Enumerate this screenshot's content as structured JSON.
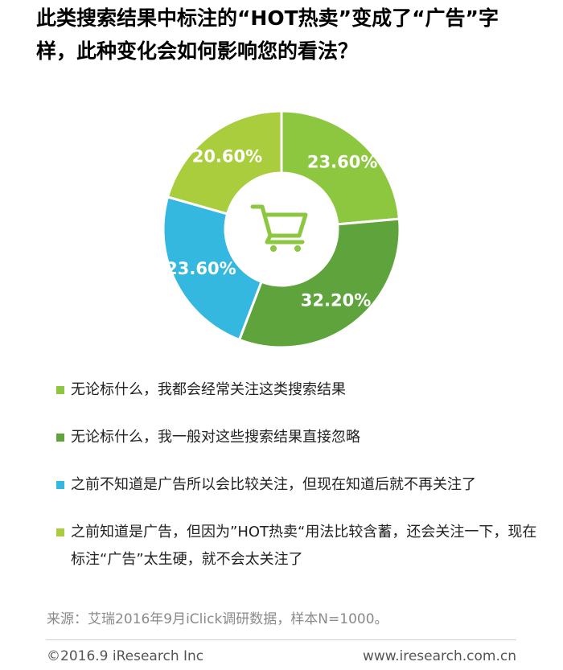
{
  "chart_data": {
    "type": "pie",
    "title": "此类搜索结果中标注的“HOT热卖”变成了“广告”字样，此种变化会如何影响您的看法？",
    "slices": [
      {
        "label": "无论标什么，我都会经常关注这类搜索结果",
        "value": 23.6,
        "value_label": "23.60%",
        "color": "#8dc63f"
      },
      {
        "label": "无论标什么，我一般对这些搜索结果直接忽略",
        "value": 32.2,
        "value_label": "32.20%",
        "color": "#5ea33c"
      },
      {
        "label": "之前不知道是广告所以会比较关注，但现在知道后就不再关注了",
        "value": 23.6,
        "value_label": "23.60%",
        "color": "#35b8e0"
      },
      {
        "label": "之前知道是广告，但因为”HOT热卖“用法比较含蓄，还会关注一下，现在标注“广告”太生硬，就不会太关注了",
        "value": 20.6,
        "value_label": "20.60%",
        "color": "#a9cd3c"
      }
    ],
    "center_icon": "shopping-cart-icon",
    "legend_position": "bottom"
  },
  "source": "来源：艾瑞2016年9月iClick调研数据，样本N=1000。",
  "footer": {
    "copyright": "©2016.9 iResearch Inc",
    "website": "www.iresearch.com.cn"
  }
}
